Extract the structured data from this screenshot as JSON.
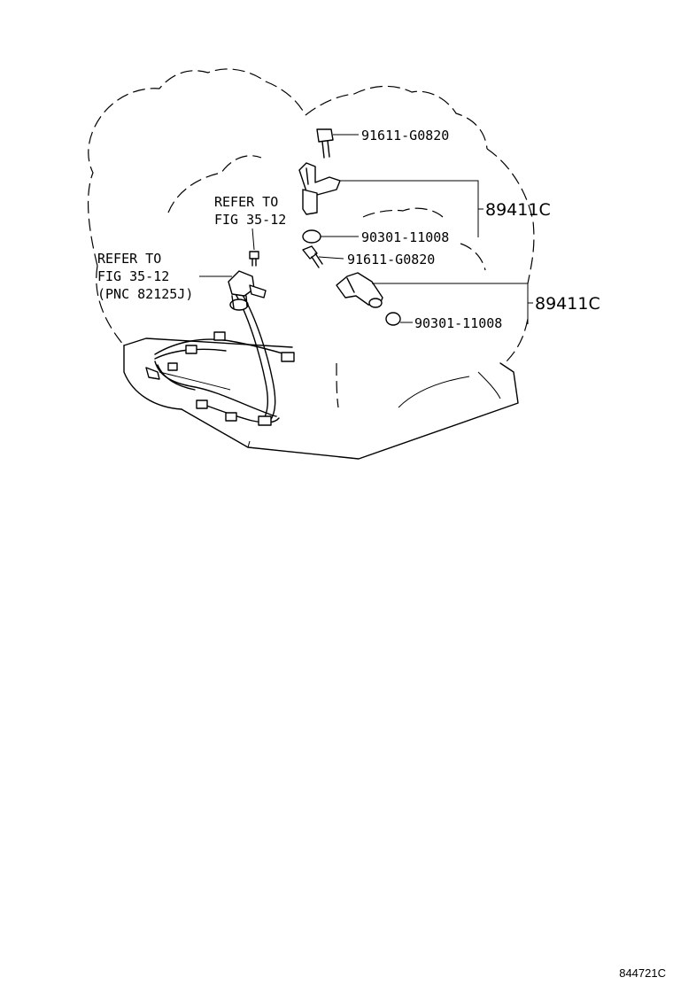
{
  "labels": {
    "bolt_upper": "91611-G0820",
    "gasket_upper": "90301-11008",
    "bolt_lower": "91611-G0820",
    "gasket_lower": "90301-11008",
    "sensor_upper": "89411C",
    "sensor_lower": "89411C"
  },
  "refer_1": {
    "line1": "REFER TO",
    "line2": "FIG 35-12"
  },
  "refer_2": {
    "line1": "REFER TO",
    "line2": "FIG 35-12",
    "line3": "(PNC 82125J)"
  },
  "illustration_code": "844721C"
}
